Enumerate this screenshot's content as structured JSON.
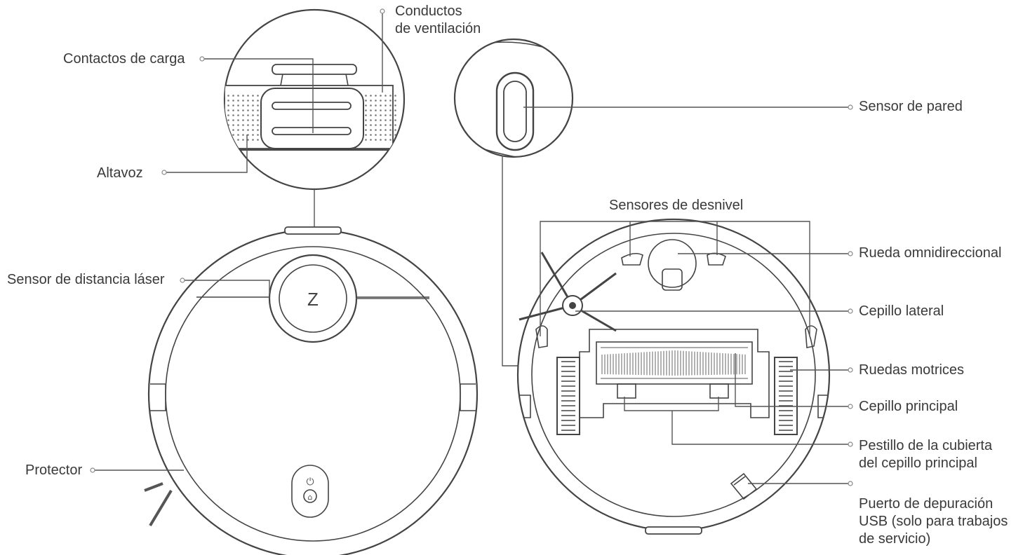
{
  "header": {
    "title_fragment": ""
  },
  "labels": {
    "conductos": [
      "Conductos",
      "de ventilación"
    ],
    "contactos": "Contactos de carga",
    "altavoz": "Altavoz",
    "laser": "Sensor de distancia láser",
    "protector": "Protector",
    "pared": "Sensor de pared",
    "desnivel": "Sensores de desnivel",
    "omni": "Rueda omnidireccional",
    "lateral": "Cepillo lateral",
    "motrices": "Ruedas motrices",
    "principal": "Cepillo principal",
    "pestillo": [
      "Pestillo de la cubierta",
      "del cepillo principal"
    ],
    "usb": [
      "Puerto de depuración",
      "USB (solo para trabajos",
      "de servicio)"
    ]
  },
  "logo_glyph": "Z",
  "power_glyph": "⏻",
  "home_glyph": "⌂",
  "colors": {
    "ink": "#3a3a3a",
    "line": "#555555",
    "accent": "#d8355a"
  }
}
